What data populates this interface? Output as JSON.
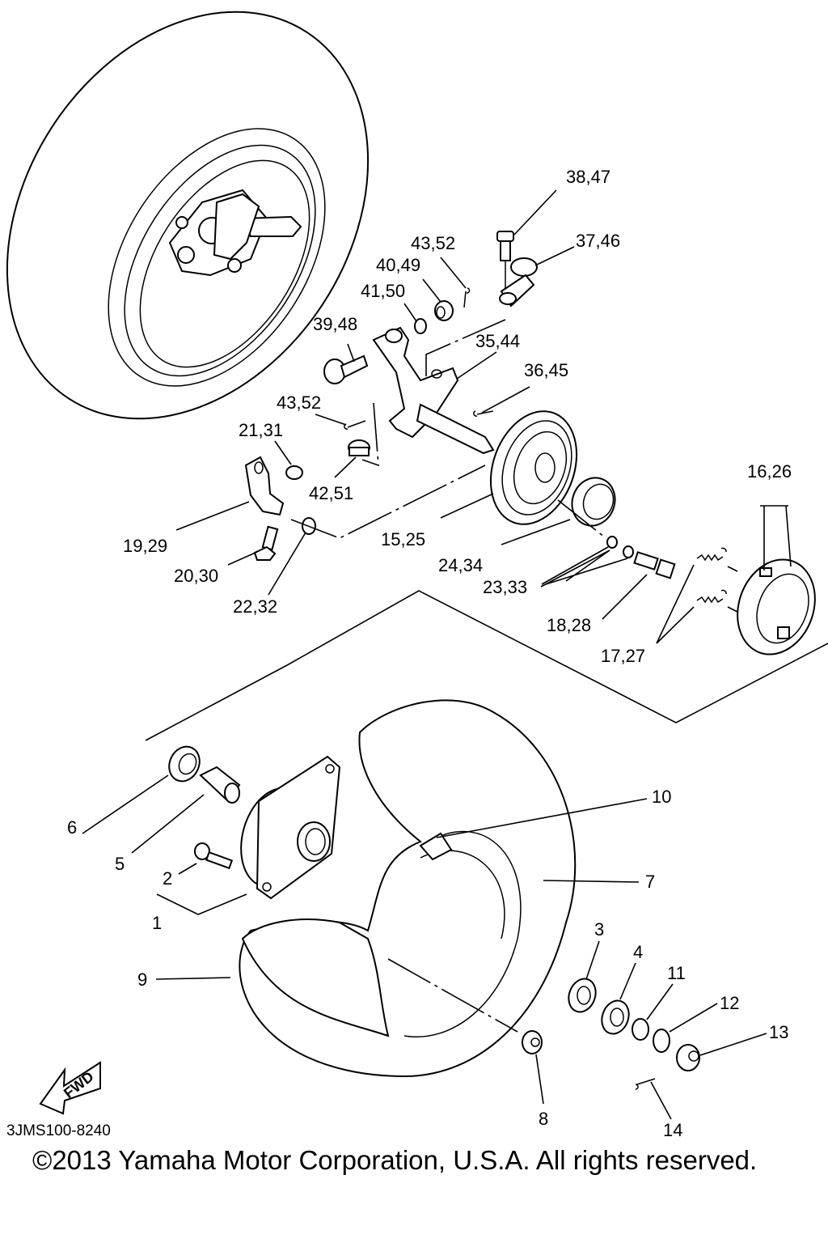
{
  "diagram": {
    "title": "Front Wheel / Brake Assembly Exploded View",
    "colors": {
      "line": "#000000",
      "background": "#ffffff"
    },
    "callouts": [
      {
        "id": "c1",
        "label": "1"
      },
      {
        "id": "c2",
        "label": "2"
      },
      {
        "id": "c3",
        "label": "3"
      },
      {
        "id": "c4",
        "label": "4"
      },
      {
        "id": "c5",
        "label": "5"
      },
      {
        "id": "c6",
        "label": "6"
      },
      {
        "id": "c7",
        "label": "7"
      },
      {
        "id": "c8",
        "label": "8"
      },
      {
        "id": "c9",
        "label": "9"
      },
      {
        "id": "c10",
        "label": "10"
      },
      {
        "id": "c11",
        "label": "11"
      },
      {
        "id": "c12",
        "label": "12"
      },
      {
        "id": "c13",
        "label": "13"
      },
      {
        "id": "c14",
        "label": "14"
      },
      {
        "id": "c15",
        "label": "15,25"
      },
      {
        "id": "c16",
        "label": "16,26"
      },
      {
        "id": "c17",
        "label": "17,27"
      },
      {
        "id": "c18",
        "label": "18,28"
      },
      {
        "id": "c19",
        "label": "19,29"
      },
      {
        "id": "c20",
        "label": "20,30"
      },
      {
        "id": "c21",
        "label": "21,31"
      },
      {
        "id": "c22",
        "label": "22,32"
      },
      {
        "id": "c23",
        "label": "23,33"
      },
      {
        "id": "c24",
        "label": "24,34"
      },
      {
        "id": "c35",
        "label": "35,44"
      },
      {
        "id": "c36",
        "label": "36,45"
      },
      {
        "id": "c37",
        "label": "37,46"
      },
      {
        "id": "c38",
        "label": "38,47"
      },
      {
        "id": "c39",
        "label": "39,48"
      },
      {
        "id": "c40",
        "label": "40,49"
      },
      {
        "id": "c41",
        "label": "41,50"
      },
      {
        "id": "c42",
        "label": "42,51"
      },
      {
        "id": "c43a",
        "label": "43,52"
      },
      {
        "id": "c43b",
        "label": "43,52"
      }
    ],
    "direction_arrow": {
      "icon": "fwd-arrow-icon",
      "label": "FWD"
    },
    "diagram_code": "3JMS100-8240",
    "copyright": "©2013 Yamaha Motor Corporation, U.S.A. All rights reserved."
  }
}
